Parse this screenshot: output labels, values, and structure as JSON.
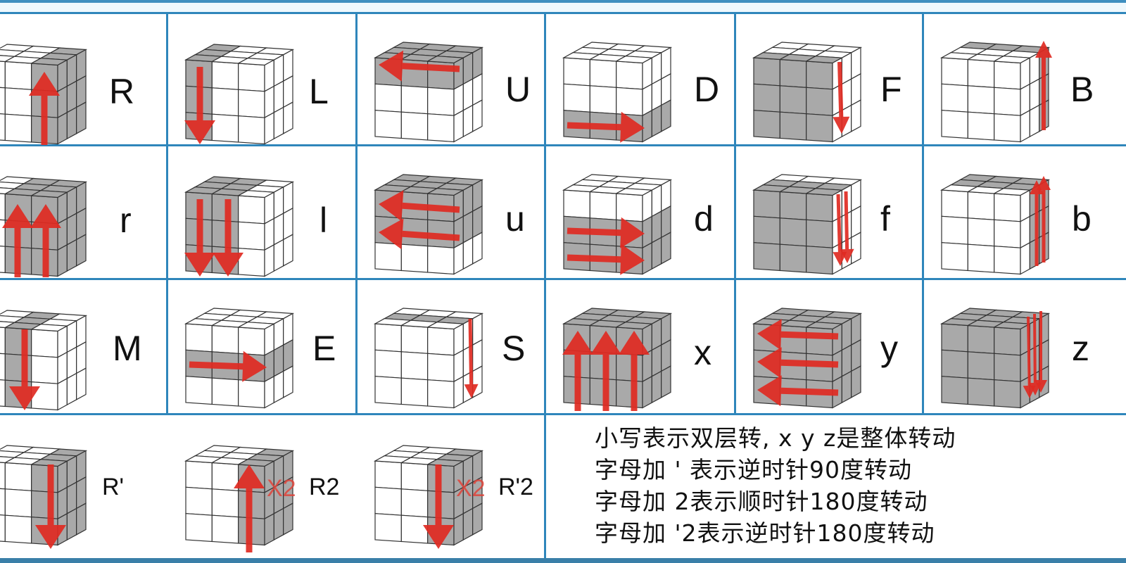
{
  "title": "Rubik's cube move notation chart",
  "colors": {
    "grid_line": "#2f86bb",
    "highlight_face": "#a9a9a9",
    "sticker": "#ffffff",
    "arrow": "#e02a22",
    "text": "#111111"
  },
  "moves": [
    {
      "id": "R",
      "label": "R",
      "desc": "right layer, arrow up"
    },
    {
      "id": "L",
      "label": "L",
      "desc": "left layer, arrow down"
    },
    {
      "id": "U",
      "label": "U",
      "desc": "top layer, arrow left"
    },
    {
      "id": "D",
      "label": "D",
      "desc": "bottom layer, arrow right"
    },
    {
      "id": "F",
      "label": "F",
      "desc": "front face, arrow down on side"
    },
    {
      "id": "B",
      "label": "B",
      "desc": "back face, arrow up on side"
    },
    {
      "id": "r",
      "label": "r",
      "desc": "two right layers, arrows up"
    },
    {
      "id": "l",
      "label": "l",
      "desc": "two left layers, arrows down"
    },
    {
      "id": "u",
      "label": "u",
      "desc": "two top layers, arrows left"
    },
    {
      "id": "d",
      "label": "d",
      "desc": "two bottom layers, arrows right"
    },
    {
      "id": "f",
      "label": "f",
      "desc": "two front layers, arrows down"
    },
    {
      "id": "b",
      "label": "b",
      "desc": "two back layers, arrows up"
    },
    {
      "id": "M",
      "label": "M",
      "desc": "middle slice, arrow down"
    },
    {
      "id": "E",
      "label": "E",
      "desc": "equator slice, arrow right"
    },
    {
      "id": "S",
      "label": "S",
      "desc": "standing slice, arrow down"
    },
    {
      "id": "x",
      "label": "x",
      "desc": "whole cube, arrows up"
    },
    {
      "id": "y",
      "label": "y",
      "desc": "whole cube, arrows left"
    },
    {
      "id": "z",
      "label": "z",
      "desc": "whole cube, arrows down on side"
    },
    {
      "id": "Rp",
      "label": "R'",
      "desc": "right layer counter-clockwise, arrow down"
    },
    {
      "id": "R2",
      "label": "R2",
      "x2": "X2",
      "desc": "right layer 180, arrow up"
    },
    {
      "id": "Rp2",
      "label": "R'2",
      "x2": "X2",
      "desc": "right layer 180 ccw, arrow down"
    }
  ],
  "notes": [
    "小写表示双层转, x y z是整体转动",
    "字母加 ' 表示逆时针90度转动",
    "字母加  2表示顺时针180度转动",
    "字母加  '2表示逆时针180度转动"
  ]
}
